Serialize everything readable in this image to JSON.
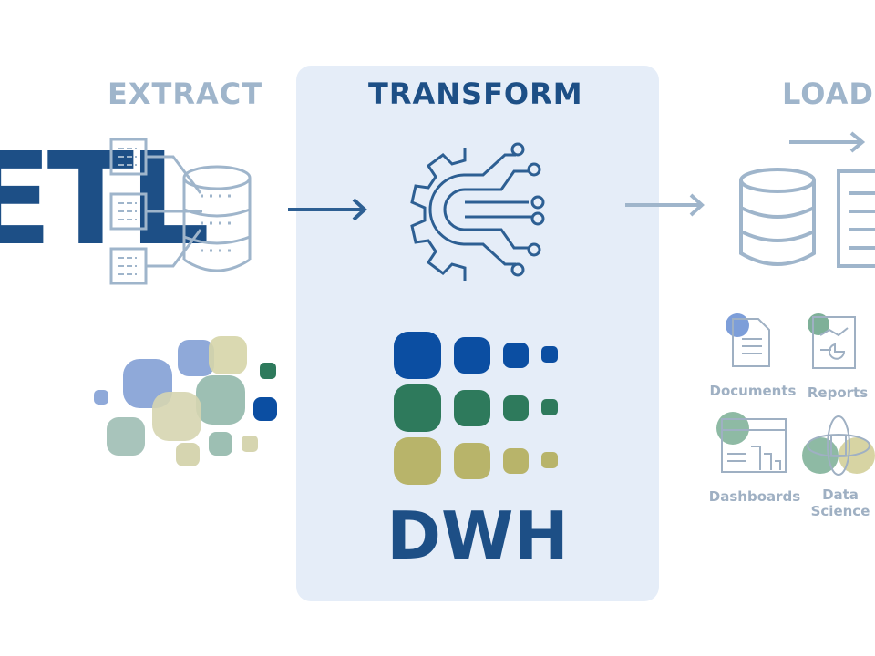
{
  "logo_text": "ETL",
  "stages": {
    "extract": "EXTRACT",
    "transform": "TRANSFORM",
    "load": "LOAD"
  },
  "dwh_label": "DWH",
  "outputs": [
    {
      "label": "Documents",
      "icon": "documents-icon"
    },
    {
      "label": "Reports",
      "icon": "reports-icon"
    },
    {
      "label": "Dashboards",
      "icon": "dashboard-icon"
    },
    {
      "label": "Data Science",
      "icon": "data-science-icon"
    }
  ],
  "colors": {
    "dark_blue": "#1d4f86",
    "light_blue": "#8fa9c4",
    "panel": "#e5edf8",
    "blue": "#0b4ea2",
    "green": "#2e7a5c",
    "olive": "#b8b46a"
  }
}
